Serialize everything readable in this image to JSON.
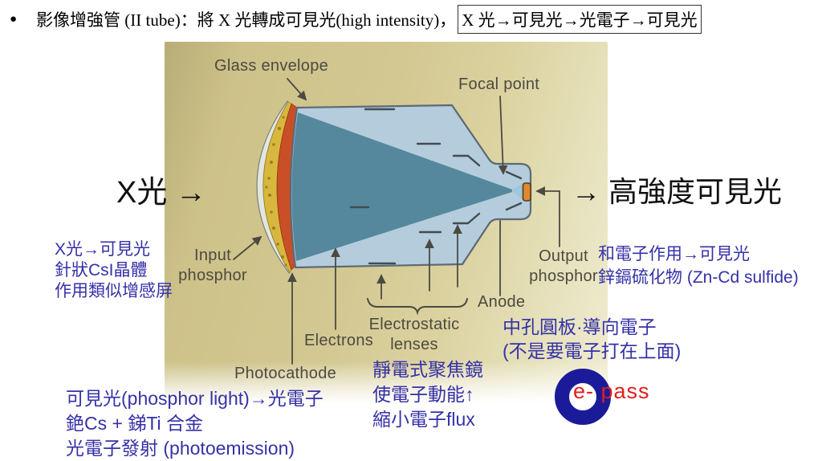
{
  "slide": {
    "bullet": "●",
    "title_text": "影像增強管 (II tube)：將 X 光轉成可見光(high intensity)，",
    "title_boxed": "X 光→可見光→光電子→可見光"
  },
  "diagram_labels": {
    "glass_envelope": "Glass envelope",
    "focal_point": "Focal point",
    "input_line1": "Input",
    "input_line2": "phosphor",
    "output_line1": "Output",
    "output_line2": "phosphor",
    "anode": "Anode",
    "electrons": "Electrons",
    "electrostatic_line1": "Electrostatic",
    "electrostatic_line2": "lenses",
    "photocathode": "Photocathode"
  },
  "annotations": {
    "xray_label": "X光 →",
    "output_light_label": "→ 高強度可見光",
    "input_phosphor_note": {
      "line1": "X光→可見光",
      "line2": "針狀CsI晶體",
      "line3": "作用類似增感屏"
    },
    "photocathode_note": {
      "line1": "可見光(phosphor light)→光電子",
      "line2": "銫Cs + 銻Ti 合金",
      "line3": "光電子發射 (photoemission)"
    },
    "lens_note": {
      "line1": "靜電式聚焦鏡",
      "line2": "使電子動能↑",
      "line3": "縮小電子flux"
    },
    "anode_note": {
      "line1": "中孔圓板·導向電子",
      "line2": "(不是要電子打在上面)"
    },
    "output_note": {
      "line1": "和電子作用→可見光",
      "line2": "鋅鎘硫化物 (Zn-Cd sulfide)"
    },
    "e_pass_label": "e- pass"
  },
  "colors": {
    "annotation_blue": "#3531a8",
    "e_pass_red": "#e01f1f",
    "donut_navy": "#1b1b9a",
    "photo_tan": "#d2c791",
    "tube_body_blue": "#b5ccdc",
    "electron_cone_teal": "#55889c",
    "phosphor_yellow": "#d8b73e",
    "photocathode_orange": "#c84f26",
    "output_phosphor_orange": "#e0872f"
  }
}
